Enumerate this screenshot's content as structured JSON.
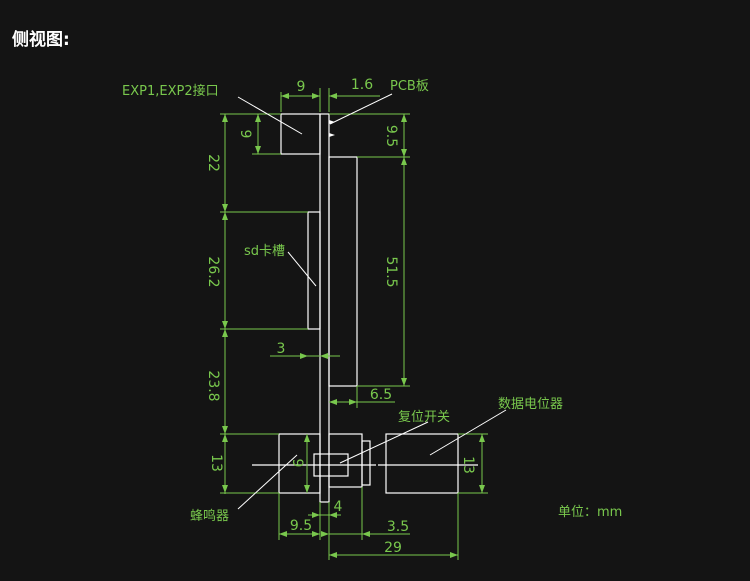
{
  "title": "侧视图:",
  "labels": {
    "exp_interface": "EXP1,EXP2接口",
    "pcb_board": "PCB板",
    "sd_slot": "sd卡槽",
    "reset_switch": "复位开关",
    "potentiometer": "数据电位器",
    "buzzer": "蜂鸣器",
    "unit": "单位：mm"
  },
  "dimensions": {
    "exp_width": "9",
    "pcb_thickness": "1.6",
    "exp_height": "9",
    "top_offset": "9.5",
    "gap_top": "22",
    "sd_length": "26.2",
    "back_part_height": "51.5",
    "sd_depth": "3",
    "gap_bottom": "23.8",
    "back_part_depth": "6.5",
    "buzzer_height": "13",
    "buzzer_inner": "9",
    "pot_height": "13",
    "center_gap": "4",
    "buzzer_offset": "9.5",
    "switch_offset": "3.5",
    "total_depth": "29"
  }
}
